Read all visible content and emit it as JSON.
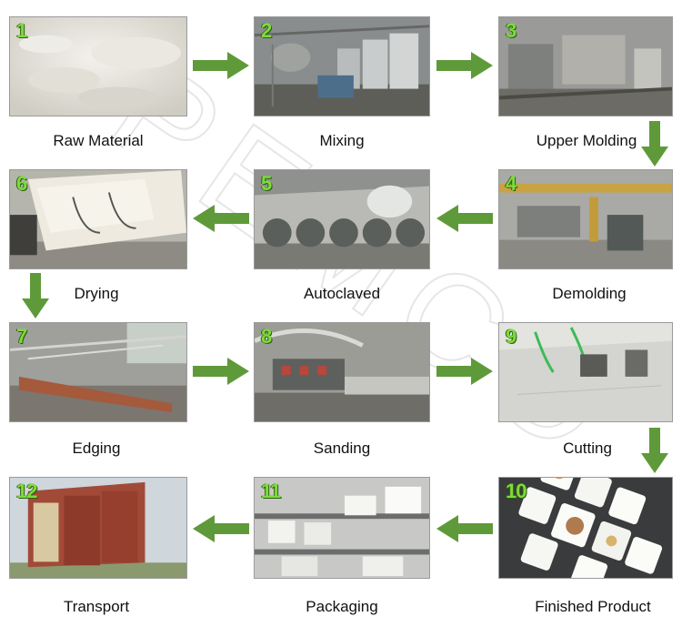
{
  "steps": [
    {
      "num": "1",
      "label": "Raw Material"
    },
    {
      "num": "2",
      "label": "Mixing"
    },
    {
      "num": "3",
      "label": "Upper Molding"
    },
    {
      "num": "4",
      "label": "Demolding"
    },
    {
      "num": "5",
      "label": "Autoclaved"
    },
    {
      "num": "6",
      "label": "Drying"
    },
    {
      "num": "7",
      "label": "Edging"
    },
    {
      "num": "8",
      "label": "Sanding"
    },
    {
      "num": "9",
      "label": "Cutting"
    },
    {
      "num": "10",
      "label": "Finished Product"
    },
    {
      "num": "11",
      "label": "Packaging"
    },
    {
      "num": "12",
      "label": "Transport"
    }
  ],
  "watermark": "PEMCO",
  "colors": {
    "arrow": "#5f9a3a",
    "number": "#7ddb3c",
    "number_outline": "#2f5e12",
    "frame": "#9a9a9a"
  }
}
